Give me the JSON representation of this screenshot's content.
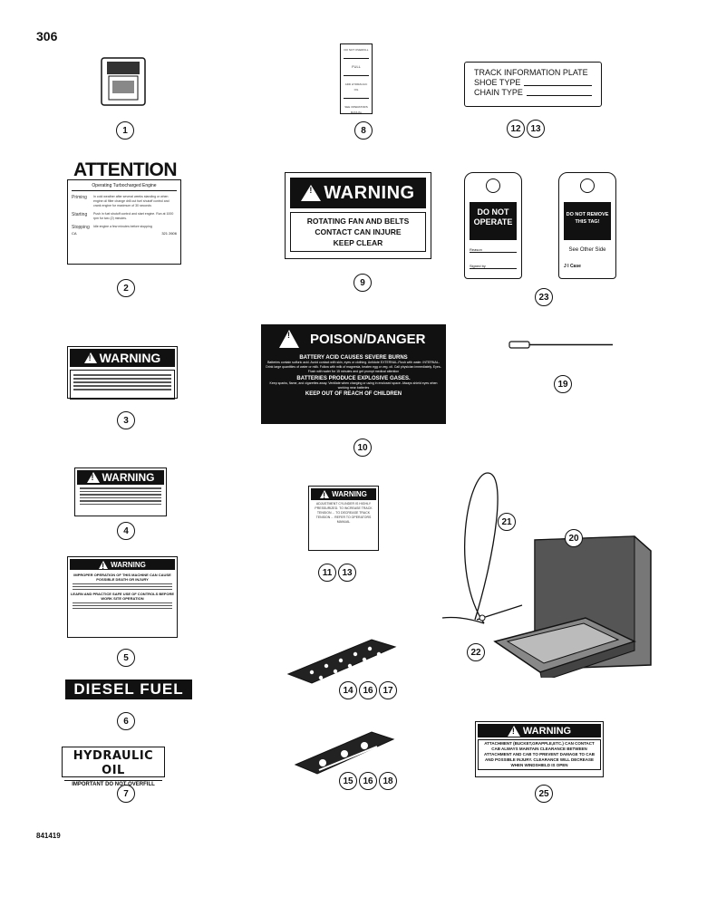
{
  "page_number": "306",
  "doc_number": "841419",
  "callouts": {
    "c1": "1",
    "c2": "2",
    "c3": "3",
    "c4": "4",
    "c5": "5",
    "c6": "6",
    "c7": "7",
    "c8": "8",
    "c9": "9",
    "c10": "10",
    "c11": "11",
    "c12": "12",
    "c13": "13",
    "c14": "14",
    "c15": "15",
    "c16": "16",
    "c17": "17",
    "c18": "18",
    "c19": "19",
    "c20": "20",
    "c21": "21",
    "c22": "22",
    "c23": "23",
    "c25": "25"
  },
  "decal_attention": {
    "title": "ATTENTION",
    "subtitle": "Operating Turbocharged Engine",
    "priming_label": "Priming",
    "priming_text": "In cold weather after several weeks standing or when engine oil filter change drill out fuel shutoff control and crank engine for maximum of 30 seconds",
    "starting_label": "Starting",
    "starting_text": "Push in fuel shutoff control and start engine. Run at 1000 rpm for two (2) minutes.",
    "stopping_label": "Stopping",
    "stopping_text": "Idle engine a few minutes before stopping",
    "footer_left": "CA",
    "footer_right": "321 2606"
  },
  "decal_warning_fan": {
    "title": "WARNING",
    "line1": "ROTATING FAN AND BELTS",
    "line2": "CONTACT CAN INJURE",
    "line3": "KEEP CLEAR"
  },
  "decal_track_plate": {
    "line1": "TRACK INFORMATION PLATE",
    "line2": "SHOE TYPE",
    "line3": "CHAIN TYPE"
  },
  "tag_do_not_operate": {
    "label": "DO NOT OPERATE",
    "field1": "Reason",
    "field2": "Signed by"
  },
  "tag_do_not_remove": {
    "label": "DO NOT REMOVE THIS TAG!",
    "text": "See Other Side",
    "brand": "J I Case"
  },
  "decal_warning3": {
    "title": "WARNING"
  },
  "decal_poison": {
    "title": "POISON/DANGER",
    "h1": "BATTERY ACID CAUSES SEVERE BURNS",
    "p1": "Batteries contain sulfuric acid. Avoid contact with skin, eyes or clothing. Antidote EXTERNAL-Flush with water. INTERNAL-Drink large quantities of water or milk. Follow with milk of magnesia, beaten egg or veg. oil. Call physician immediately. Eyes-Flush with water for 15 minutes and get prompt medical attention",
    "h2": "BATTERIES PRODUCE EXPLOSIVE GASES.",
    "p2": "Keep sparks, flame, and cigarettes away. Ventilate when charging or using in enclosed space. Always shield eyes when working near batteries",
    "h3": "KEEP OUT OF REACH OF CHILDREN"
  },
  "decal_warning4": {
    "title": "WARNING"
  },
  "decal_warning11": {
    "title": "WARNING",
    "text": "ADJUSTMENT CYLINDER IS HIGHLY PRESSURIZED. TO INCREASE TRACK TENSION ... TO DECREASE TRACK TENSION ... REFER TO OPERATORS MANUAL"
  },
  "decal_warning5": {
    "title": "WARNING",
    "text1": "IMPROPER OPERATION OF THIS MACHINE CAN CAUSE POSSIBLE DEATH OR INJURY",
    "text2": "LEARN AND PRACTICE SAFE USE OF CONTROLS BEFORE WORK SITE OPERATION"
  },
  "decal_diesel": {
    "title": "DIESEL FUEL"
  },
  "decal_hydraulic": {
    "title": "HYDRAULIC OIL",
    "subtitle": "IMPORTANT DO NOT OVERFILL"
  },
  "decal_warning25": {
    "title": "WARNING",
    "text": "ATTACHMENT (BUCKET,GRAPPLE,ETC.) CAN CONTACT CAB ALWAYS MAINTAIN CLEARANCE BETWEEN ATTACHMENT AND CAB TO PREVENT DAMAGE TO CAB AND POSSIBLE INJURY. CLEARANCE WILL DECREASE WHEN WINDSHIELD IS OPEN"
  },
  "decal_hydraulic_level": {
    "l1": "DO NOT OVERFILL",
    "l2": "FULL",
    "l3": "ADD HYDRAULIC OIL",
    "l4": "SEE OPERATORS MANUAL"
  }
}
